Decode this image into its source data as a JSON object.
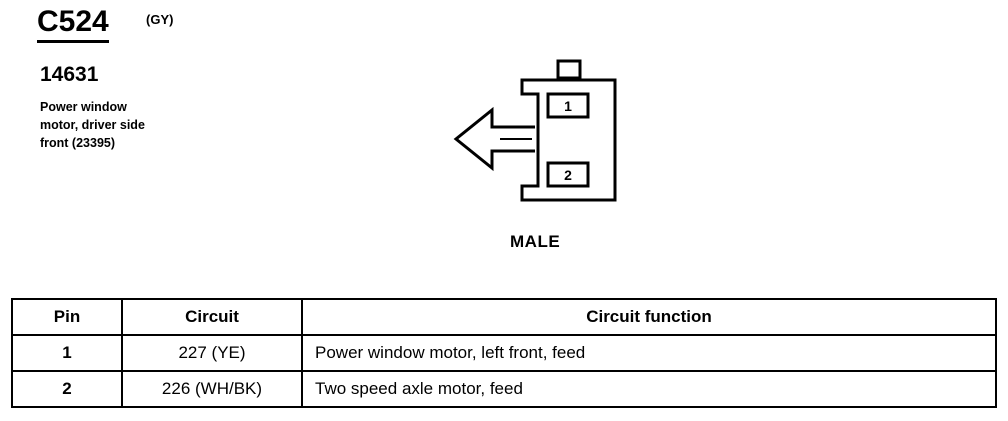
{
  "connector": {
    "id": "C524",
    "color_code": "(GY)",
    "part_number": "14631",
    "description_lines": [
      "Power window",
      "motor, driver side",
      "front (23395)"
    ]
  },
  "diagram": {
    "cavity_labels": [
      "1",
      "2"
    ],
    "gender_label": "MALE"
  },
  "table": {
    "headers": [
      "Pin",
      "Circuit",
      "Circuit function"
    ],
    "rows": [
      [
        "1",
        "227 (YE)",
        "Power window motor, left front, feed"
      ],
      [
        "2",
        "226 (WH/BK)",
        "Two speed axle motor, feed"
      ]
    ]
  }
}
